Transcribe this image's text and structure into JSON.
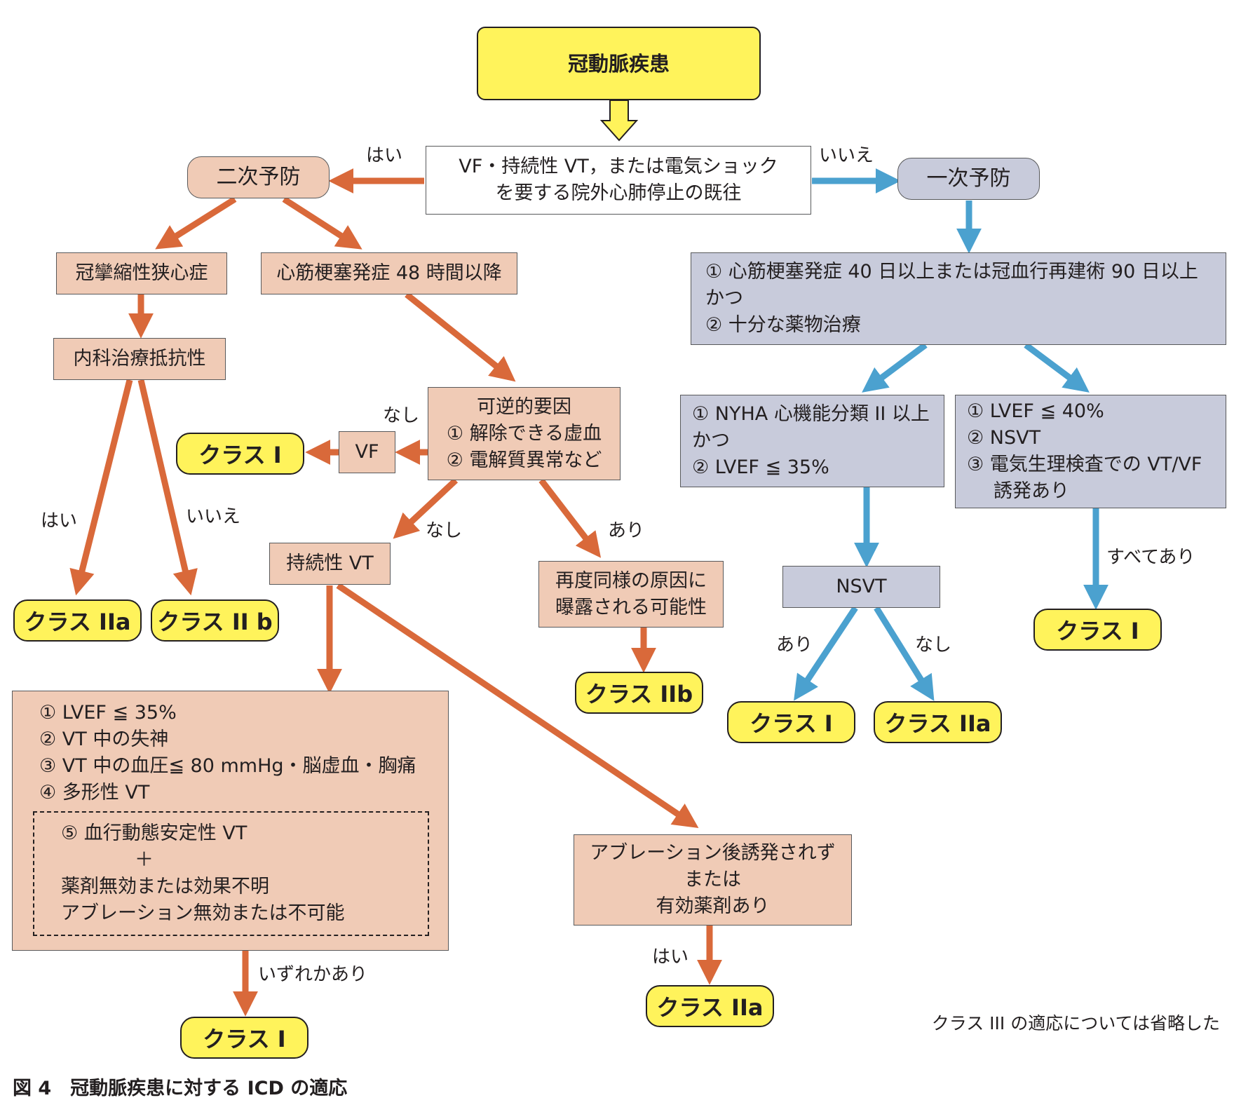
{
  "nodes": {
    "start": {
      "lines": [
        "冠動脈疾患"
      ]
    },
    "question": {
      "lines": [
        "VF・持続性 VT，または電気ショック",
        "を要する院外心肺停止の既往"
      ]
    },
    "secondary": {
      "lines": [
        "二次予防"
      ]
    },
    "primary": {
      "lines": [
        "一次予防"
      ]
    },
    "vasospastic": {
      "lines": [
        "冠攣縮性狭心症"
      ]
    },
    "refractory": {
      "lines": [
        "内科治療抵抗性"
      ]
    },
    "mi48": {
      "lines": [
        "心筋梗塞発症 48 時間以降"
      ]
    },
    "reversible": {
      "lines": [
        "可逆的要因",
        "① 解除できる虚血",
        "② 電解質異常など"
      ]
    },
    "vf": {
      "lines": [
        "VF"
      ]
    },
    "svt": {
      "lines": [
        "持続性 VT"
      ]
    },
    "reexposure": {
      "lines": [
        "再度同様の原因に",
        "曝露される可能性"
      ]
    },
    "criteria": {
      "lines": [
        "① LVEF ≦ 35%",
        "② VT 中の失神",
        "③ VT 中の血圧≦ 80 mmHg・脳虚血・胸痛",
        "④ 多形性 VT"
      ]
    },
    "criteria5": {
      "lines": [
        "⑤ 血行動態安定性 VT",
        "＋",
        "薬剤無効または効果不明",
        "アブレーション無効または不可能"
      ]
    },
    "ablation": {
      "lines": [
        "アブレーション後誘発されず",
        "または",
        "有効薬剤あり"
      ]
    },
    "primary_criteria": {
      "lines": [
        "① 心筋梗塞発症 40 日以上または冠血行再建術 90 日以上",
        "かつ",
        "② 十分な薬物治療"
      ]
    },
    "nyha": {
      "lines": [
        "① NYHA 心機能分類 II 以上",
        "かつ",
        "② LVEF ≦ 35%"
      ]
    },
    "lvef40": {
      "lines": [
        "① LVEF ≦ 40%",
        "② NSVT",
        "③ 電気生理検査での VT/VF",
        "誘発あり"
      ]
    },
    "nsvt": {
      "lines": [
        "NSVT"
      ]
    }
  },
  "results": {
    "class_iia_left": "クラス IIa",
    "class_iib_left": "クラス II b",
    "class_i_vf": "クラス I",
    "class_iib_mid": "クラス IIb",
    "class_i_bottom": "クラス I",
    "class_iia_bottom": "クラス IIa",
    "class_i_nsvt": "クラス I",
    "class_iia_nsvt": "クラス IIa",
    "class_i_right": "クラス I"
  },
  "edge_labels": {
    "yes_secondary": "はい",
    "no_primary": "いいえ",
    "yes_vaso": "はい",
    "no_vaso": "いいえ",
    "none_vf": "なし",
    "none_svt": "なし",
    "present_reexp": "あり",
    "any_present": "いずれかあり",
    "yes_ablation": "はい",
    "present_nsvt": "あり",
    "none_nsvt": "なし",
    "all_present": "すべてあり"
  },
  "note": "クラス III の適応については省略した",
  "caption": "図 4　冠動脈疾患に対する ICD の適応",
  "colors": {
    "orange_arrow": "#d9693a",
    "blue_arrow": "#4ba1cf",
    "yellow": "#fff35b",
    "salmon": "#f0cbb6",
    "lavender": "#c8cbdb"
  }
}
